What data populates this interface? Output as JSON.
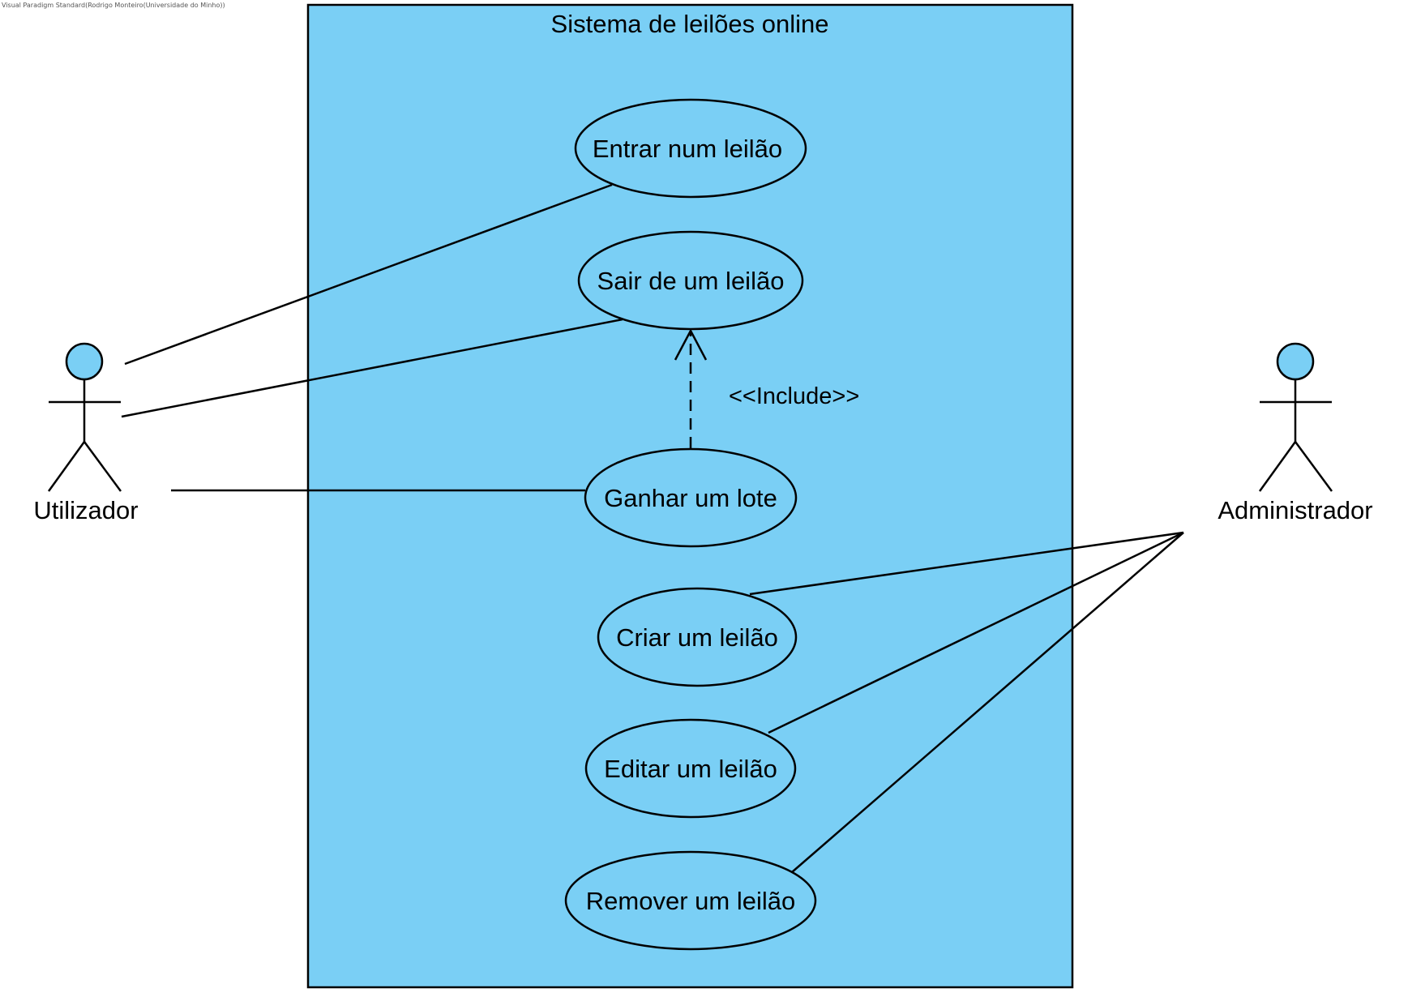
{
  "watermark": "Visual Paradigm Standard(Rodrigo Monteiro(Universidade do Minho))",
  "system": {
    "title": "Sistema de leilões online",
    "fill": "#7acff5"
  },
  "actors": [
    {
      "id": "utilizador",
      "label": "Utilizador"
    },
    {
      "id": "administrador",
      "label": "Administrador"
    }
  ],
  "use_cases": [
    {
      "id": "entrar",
      "label": "Entrar num leilão"
    },
    {
      "id": "sair",
      "label": "Sair de um leilão"
    },
    {
      "id": "ganhar",
      "label": "Ganhar um lote"
    },
    {
      "id": "criar",
      "label": "Criar um leilão"
    },
    {
      "id": "editar",
      "label": "Editar um leilão"
    },
    {
      "id": "remover",
      "label": "Remover um leilão"
    }
  ],
  "include": {
    "from": "ganhar",
    "to": "sair",
    "label": "<<Include>>"
  },
  "associations": [
    {
      "actor": "utilizador",
      "use_case": "entrar"
    },
    {
      "actor": "utilizador",
      "use_case": "sair"
    },
    {
      "actor": "utilizador",
      "use_case": "ganhar"
    },
    {
      "actor": "administrador",
      "use_case": "criar"
    },
    {
      "actor": "administrador",
      "use_case": "editar"
    },
    {
      "actor": "administrador",
      "use_case": "remover"
    }
  ]
}
